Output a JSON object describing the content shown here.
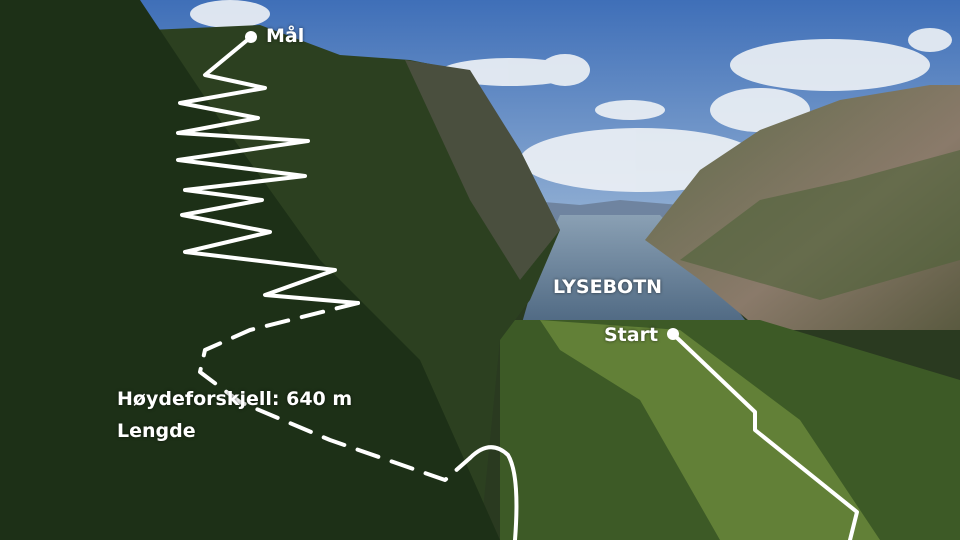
{
  "labels": {
    "goal": "Mål",
    "place": "LYSEBOTN",
    "start": "Start",
    "height_diff": "Høydeforskjell: 640 m",
    "length": "Lengde"
  },
  "colors": {
    "overlay": "#ffffff",
    "sky": "#4f7fc4",
    "forest": "#1f3318",
    "water": "#5b7590"
  }
}
